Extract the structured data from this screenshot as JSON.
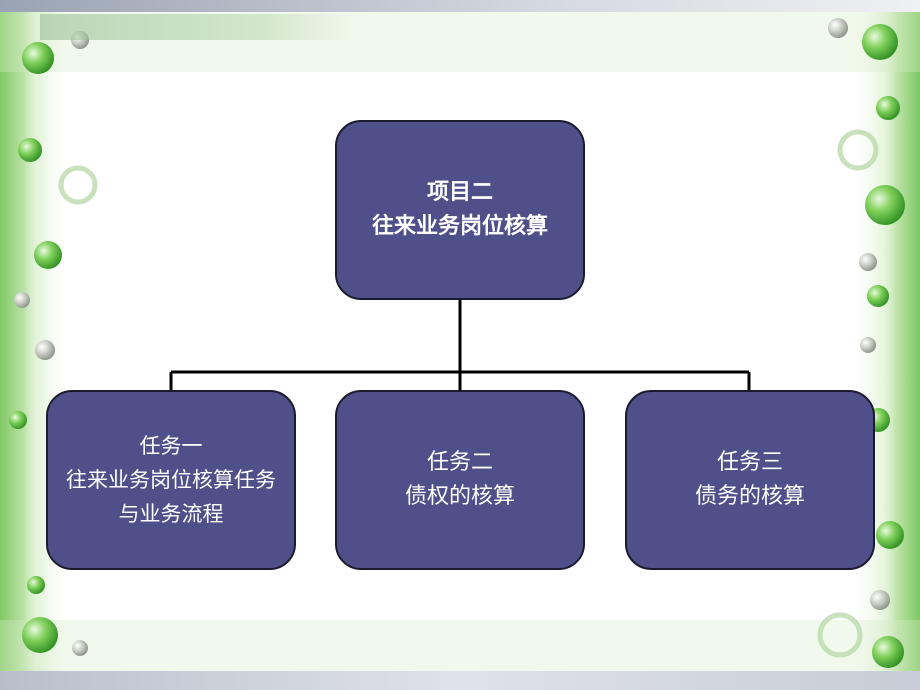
{
  "diagram": {
    "root": {
      "lines": [
        "项目二",
        "往来业务岗位核算"
      ]
    },
    "children": [
      {
        "lines": [
          "任务一",
          "往来业务岗位核算任务",
          "与业务流程"
        ]
      },
      {
        "lines": [
          "任务二",
          "债权的核算"
        ]
      },
      {
        "lines": [
          "任务三",
          "债务的核算"
        ]
      }
    ]
  },
  "colors": {
    "node_fill": "#4f4f8a",
    "node_border": "#1b1b2e",
    "node_text": "#ffffff",
    "frame_green": "#63b84a",
    "connector": "#000000"
  }
}
